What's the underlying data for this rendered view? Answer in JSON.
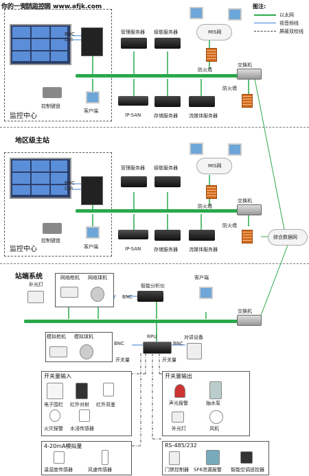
{
  "watermark": "你的一安防监控网 www.afjk.com",
  "legend": {
    "title": "图注:",
    "items": [
      {
        "label": "以太网",
        "color": "#29a84a"
      },
      {
        "label": "视音频线",
        "color": "#3a7fd6"
      },
      {
        "label": "屏蔽双绞线",
        "color": "#444444"
      }
    ]
  },
  "sections": {
    "provincial": {
      "title": "省级主站",
      "monitor_center": "监控中心",
      "bnc": "BNC",
      "dvi": "DVI",
      "keyboard": "控制键盘",
      "client": "客户端",
      "mgmt_server": "管理服务器",
      "cascade_server": "级联服务器",
      "mis": "MIS网",
      "firewall1": "防火墙",
      "switch": "交换机",
      "firewall2": "防火墙",
      "ipsan": "IP-SAN",
      "storage_server": "存储服务器",
      "stream_server": "流媒体服务器"
    },
    "regional": {
      "title": "地区级主站",
      "monitor_center": "监控中心",
      "bnc": "BNC",
      "dvi": "DVI",
      "keyboard": "控制键盘",
      "client": "客户端",
      "mgmt_server": "管理服务器",
      "cascade_server": "级联服务器",
      "mis": "MIS网",
      "firewall1": "防火墙",
      "switch": "交换机",
      "firewall2": "防火墙",
      "ipsan": "IP-SAN",
      "storage_server": "存储服务器",
      "stream_server": "流媒体服务器",
      "integrated_net": "综合数据网"
    },
    "station": {
      "title": "站端系统",
      "fill_light": "补光灯",
      "net_gun": "网络枪机",
      "net_dome": "网络球机",
      "analyzer": "智能分析仪",
      "client": "客户端",
      "bnc1": "BNC",
      "switch": "交换机",
      "analog_gun": "模拟枪机",
      "analog_dome": "模拟球机",
      "bnc2": "BNC",
      "rpu": "RPU",
      "bnc3": "BNC",
      "intercom": "对讲设备",
      "switch_qty1": "开关量",
      "switch_qty2": "开关量",
      "di_title": "开关量输入",
      "di_items": [
        "电子围栏",
        "红外对射",
        "红外双鉴",
        "火灾报警",
        "水浸传感器"
      ],
      "do_title": "开关量输出",
      "do_items": [
        "声光报警",
        "抽水泵",
        "补光灯",
        "风机"
      ],
      "ai_title": "4-20mA模拟量",
      "ai_items": [
        "温湿度传感器",
        "风速传感器"
      ],
      "rs_title": "RS-485/232",
      "rs_items": [
        "门禁控制器",
        "SF6泄漏报警",
        "智能空调遥控器"
      ]
    }
  }
}
